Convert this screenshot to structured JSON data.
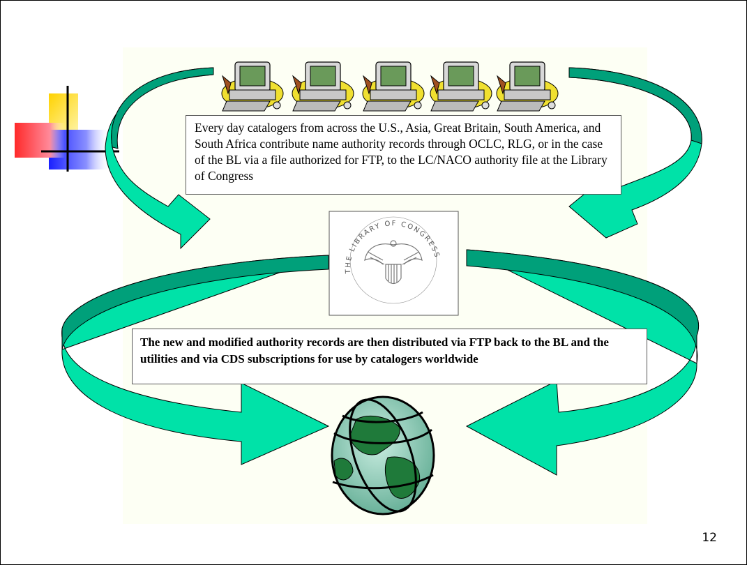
{
  "slide": {
    "top_text": "Every day catalogers from across the U.S., Asia, Great Britain, South America, and South Africa contribute name authority records through OCLC, RLG, or in the case of the BL via a file authorized for FTP, to the LC/NACO authority file at the Library of Congress",
    "bottom_text": "The new and modified authority records are then distributed via FTP back to the BL and the utilities and via CDS subscriptions for use by catalogers worldwide",
    "page_number": "12",
    "seal": {
      "text": "THE LIBRARY OF CONGRESS"
    }
  },
  "icons": [
    "computer-icon",
    "library-of-congress-seal",
    "globe-icon",
    "flow-arrow",
    "decorative-squares-logo"
  ],
  "colors": {
    "arrow_fill": "#00e2a8",
    "arrow_shade": "#00a07a",
    "arrow_stroke": "#000000",
    "background": "#fdfff4",
    "logo_yellow": "#ffd200",
    "logo_red": "#ff3030",
    "logo_blue": "#2a30ff"
  }
}
